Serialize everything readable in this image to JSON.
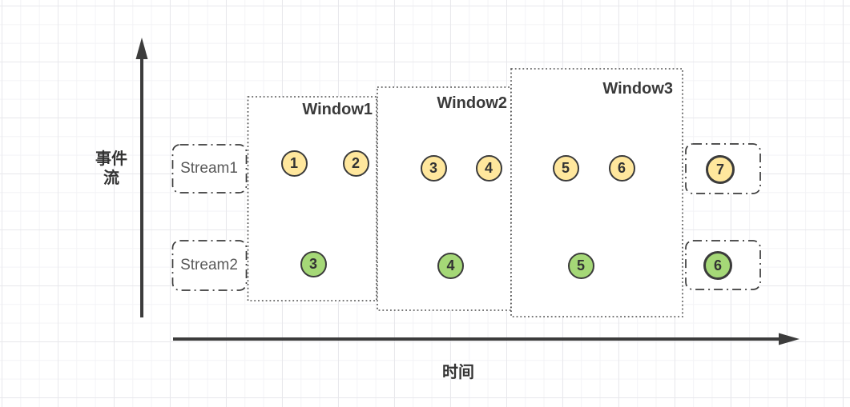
{
  "diagram": {
    "y_axis": {
      "label_line1": "事件",
      "label_line2": "流"
    },
    "x_axis": {
      "label": "时间"
    },
    "streams": [
      {
        "label": "Stream1"
      },
      {
        "label": "Stream2"
      }
    ],
    "windows": [
      {
        "label": "Window1"
      },
      {
        "label": "Window2"
      },
      {
        "label": "Window3"
      }
    ],
    "stream1_events": [
      "1",
      "2",
      "3",
      "4",
      "5",
      "6",
      "7"
    ],
    "stream2_events": [
      "3",
      "4",
      "5",
      "6"
    ],
    "colors": {
      "stream1_event_fill": "#ffe79d",
      "stream2_event_fill": "#a5d877",
      "shape_stroke": "#3b3b3b",
      "grid_line": "#e8e8ec"
    }
  }
}
